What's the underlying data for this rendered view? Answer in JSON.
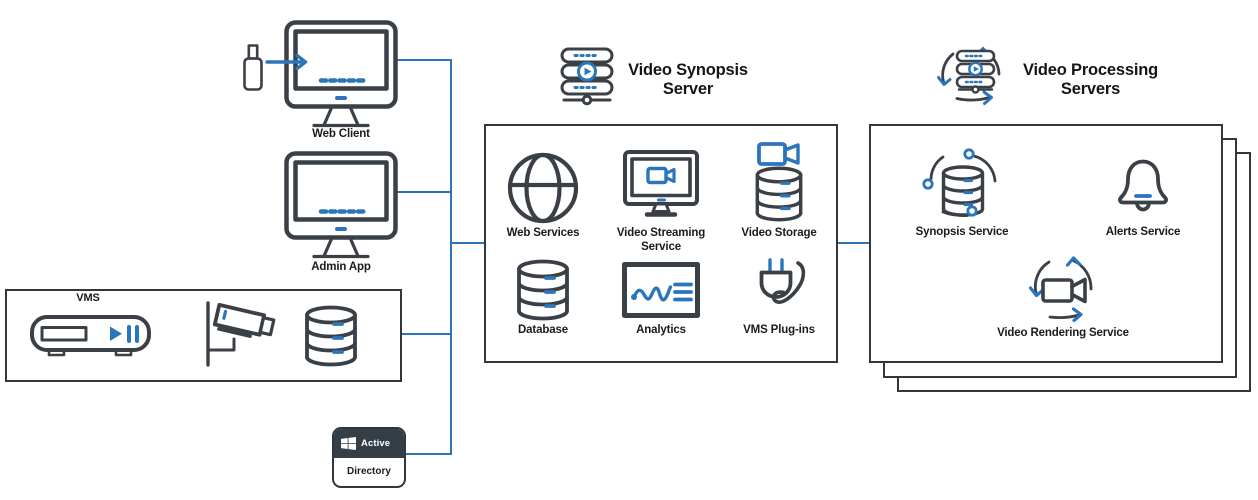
{
  "colors": {
    "accent_blue": "#2B76BB",
    "icon_dark": "#3A4046",
    "text_ink": "#1B1B1B",
    "box_border": "#31373D",
    "ad_header_bg": "#333E47"
  },
  "clients": {
    "web_client_label": "Web Client",
    "admin_app_label": "Admin App"
  },
  "vms": {
    "label": "VMS"
  },
  "active_directory": {
    "top_label": "Active",
    "bottom_label": "Directory"
  },
  "synopsis_server": {
    "title": "Video Synopsis\nServer",
    "services": [
      {
        "label": "Web Services"
      },
      {
        "label": "Video Streaming\nService"
      },
      {
        "label": "Video Storage"
      },
      {
        "label": "Database"
      },
      {
        "label": "Analytics"
      },
      {
        "label": "VMS Plug-ins"
      }
    ]
  },
  "processing_servers": {
    "title": "Video Processing\nServers",
    "services": [
      {
        "label": "Synopsis Service"
      },
      {
        "label": "Alerts Service"
      },
      {
        "label": "Video Rendering Service"
      }
    ]
  }
}
